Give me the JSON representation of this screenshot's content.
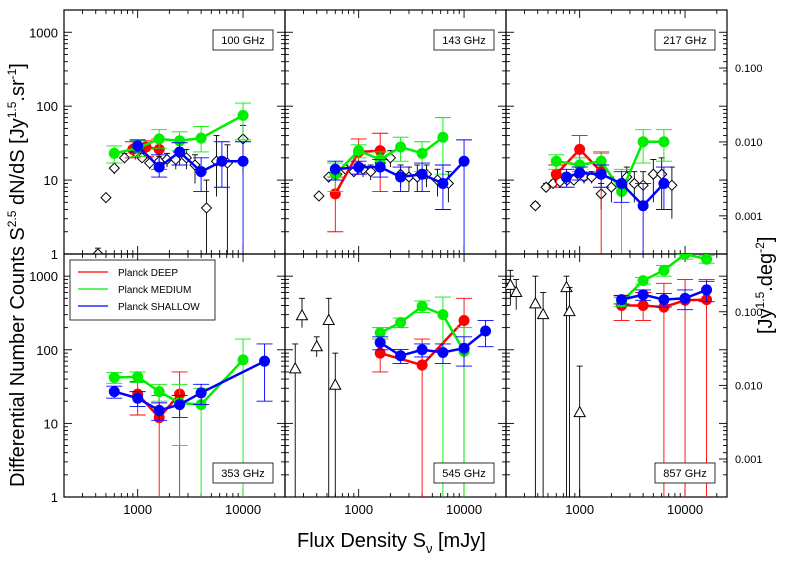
{
  "chart_data": {
    "type": "scatter",
    "xlabel": "Flux Density S",
    "xlabel_sub": "ν",
    "xlabel_unit": " [mJy]",
    "ylabel": "Differential Number Counts S",
    "ylabel_sup": "2.5",
    "ylabel_mid": " dN/dS [Jy",
    "ylabel_sup2": "1.5",
    "ylabel_end": ".sr",
    "ylabel_sup3": "-1",
    "ylabel_close": "]",
    "ylabel_right": "[Jy",
    "ylabel_right_sup": "1.5",
    "ylabel_right_mid": ".deg",
    "ylabel_right_sup2": "-2",
    "ylabel_right_close": "]",
    "xscale": "log",
    "yscale": "log",
    "xlim": [
      200,
      25000
    ],
    "ylim": [
      1,
      2000
    ],
    "x_ticks": [
      "1000",
      "10000"
    ],
    "y_ticks_left": [
      "1",
      "10",
      "100",
      "1000"
    ],
    "y_ticks_right": [
      "0.001",
      "0.010",
      "0.100"
    ],
    "legend": {
      "placement": "top-left of 353 GHz panel",
      "entries": [
        {
          "label": "Planck DEEP",
          "color": "#ff0000"
        },
        {
          "label": "Planck MEDIUM",
          "color": "#00ee00"
        },
        {
          "label": "Planck SHALLOW",
          "color": "#0000ff"
        }
      ]
    },
    "series_colors": {
      "deep": "#ff0000",
      "medium": "#00ee00",
      "shallow": "#0000ff",
      "other": "#000000"
    },
    "panels": [
      {
        "label": "100 GHz",
        "deep": [
          [
            900,
            26,
            20,
            33
          ],
          [
            1200,
            28,
            21,
            34
          ],
          [
            1600,
            26,
            14,
            36
          ]
        ],
        "medium": [
          [
            600,
            23,
            17,
            29
          ],
          [
            1000,
            27,
            21,
            34
          ],
          [
            1600,
            36,
            27,
            48
          ],
          [
            2500,
            34,
            25,
            45
          ],
          [
            4000,
            37,
            24,
            53
          ],
          [
            10000,
            75,
            35,
            110
          ]
        ],
        "shallow": [
          [
            1000,
            29,
            24,
            35
          ],
          [
            1600,
            15,
            11,
            22
          ],
          [
            2500,
            24,
            16,
            32
          ],
          [
            4000,
            13,
            7,
            20
          ],
          [
            6300,
            18,
            8,
            33
          ],
          [
            10000,
            18,
            1,
            33
          ]
        ],
        "other_marker": "diamond",
        "other": [
          [
            420,
            1.0,
            0.8,
            1.2
          ],
          [
            500,
            5.8,
            5.8,
            5.8
          ],
          [
            600,
            14.5,
            12,
            17
          ],
          [
            750,
            20,
            17,
            23
          ],
          [
            950,
            24,
            19,
            29
          ],
          [
            1100,
            20,
            17,
            23
          ],
          [
            1300,
            17,
            14,
            20
          ],
          [
            1600,
            18,
            15,
            21
          ],
          [
            1900,
            19,
            15,
            23
          ],
          [
            2300,
            19,
            14,
            24
          ],
          [
            2900,
            20,
            14,
            26
          ],
          [
            3500,
            16,
            9,
            22
          ],
          [
            4500,
            4.2,
            1,
            10
          ],
          [
            5600,
            18,
            6,
            40
          ],
          [
            7100,
            17,
            1,
            30
          ],
          [
            10000,
            36,
            12,
            55
          ]
        ]
      },
      {
        "label": "143 GHz",
        "deep": [
          [
            600,
            6.5,
            2,
            11
          ],
          [
            1000,
            24,
            12,
            36
          ],
          [
            1600,
            25,
            7,
            43
          ]
        ],
        "medium": [
          [
            600,
            12,
            7,
            17
          ],
          [
            1000,
            25,
            20,
            30
          ],
          [
            1600,
            19,
            14,
            24
          ],
          [
            2500,
            28,
            18,
            38
          ],
          [
            4000,
            23,
            13,
            33
          ],
          [
            6300,
            38,
            12,
            70
          ]
        ],
        "shallow": [
          [
            600,
            14,
            10,
            18
          ],
          [
            1000,
            15,
            12,
            18
          ],
          [
            1600,
            15,
            11,
            19
          ],
          [
            2500,
            11,
            7,
            15
          ],
          [
            4000,
            12,
            7,
            17
          ],
          [
            6300,
            9,
            4,
            16
          ],
          [
            10000,
            18,
            1,
            35
          ]
        ],
        "other_marker": "diamond",
        "other": [
          [
            420,
            6.1,
            6.1,
            6.1
          ],
          [
            520,
            11,
            10,
            12
          ],
          [
            620,
            12,
            10,
            14
          ],
          [
            750,
            14,
            12,
            16
          ],
          [
            900,
            13,
            11,
            15
          ],
          [
            1100,
            14,
            11,
            16
          ],
          [
            1300,
            13,
            10,
            16
          ],
          [
            1600,
            17,
            13,
            21
          ],
          [
            2000,
            20,
            15,
            25
          ],
          [
            2500,
            12,
            8,
            16
          ],
          [
            3000,
            11,
            7,
            15
          ],
          [
            3600,
            11,
            7,
            16
          ],
          [
            4400,
            12,
            8,
            16
          ],
          [
            5600,
            10,
            6,
            14
          ],
          [
            7100,
            9,
            5,
            13
          ]
        ]
      },
      {
        "label": "217 GHz",
        "deep": [
          [
            600,
            12,
            8,
            16
          ],
          [
            1000,
            26,
            15,
            40
          ],
          [
            1600,
            13,
            1,
            24
          ]
        ],
        "medium": [
          [
            600,
            18,
            14,
            22
          ],
          [
            1000,
            16,
            13,
            20
          ],
          [
            1600,
            18,
            13,
            23
          ],
          [
            2500,
            7,
            1,
            14
          ],
          [
            4000,
            33,
            17,
            48
          ],
          [
            6300,
            33,
            18,
            48
          ]
        ],
        "shallow": [
          [
            750,
            11,
            8,
            14
          ],
          [
            1000,
            12.5,
            10,
            15
          ],
          [
            1600,
            12,
            8,
            16
          ],
          [
            2500,
            9,
            5,
            13
          ],
          [
            4000,
            4.5,
            1,
            9
          ],
          [
            6300,
            9,
            4,
            15
          ]
        ],
        "other_marker": "diamond",
        "other": [
          [
            380,
            4.5,
            4,
            5
          ],
          [
            480,
            8,
            7,
            9
          ],
          [
            560,
            9,
            8,
            10
          ],
          [
            650,
            9.5,
            8,
            11
          ],
          [
            760,
            10,
            8.5,
            11.5
          ],
          [
            880,
            10,
            8.5,
            11.5
          ],
          [
            1100,
            11,
            9,
            13
          ],
          [
            1300,
            11,
            9,
            13
          ],
          [
            1600,
            6.5,
            4,
            9
          ],
          [
            2000,
            8,
            5,
            11
          ],
          [
            2800,
            11,
            7,
            15
          ],
          [
            3300,
            9,
            5,
            13
          ],
          [
            4000,
            8.5,
            4,
            13
          ],
          [
            5000,
            12,
            5,
            19
          ],
          [
            6000,
            12,
            4,
            20
          ],
          [
            7500,
            8.5,
            3,
            15
          ]
        ]
      },
      {
        "label": "353 GHz",
        "deep": [
          [
            1000,
            25,
            13,
            37
          ],
          [
            1600,
            12,
            1,
            24
          ],
          [
            2500,
            25,
            1,
            50
          ]
        ],
        "medium": [
          [
            600,
            42,
            35,
            49
          ],
          [
            1000,
            43,
            36,
            50
          ],
          [
            1600,
            27,
            20,
            34
          ],
          [
            2500,
            19,
            5,
            34
          ],
          [
            4000,
            18,
            1,
            30
          ],
          [
            10000,
            73,
            1,
            140
          ]
        ],
        "shallow": [
          [
            600,
            27,
            22,
            32
          ],
          [
            1000,
            22,
            17,
            27
          ],
          [
            1600,
            15,
            11,
            19
          ],
          [
            2500,
            18,
            12,
            24
          ],
          [
            4000,
            26,
            18,
            34
          ],
          [
            16000,
            70,
            20,
            120
          ]
        ]
      },
      {
        "label": "545 GHz",
        "deep": [
          [
            1600,
            90,
            50,
            140
          ],
          [
            4000,
            62,
            1,
            140
          ],
          [
            10000,
            250,
            1,
            500
          ]
        ],
        "medium": [
          [
            1600,
            170,
            140,
            200
          ],
          [
            2500,
            235,
            200,
            270
          ],
          [
            4000,
            390,
            320,
            460
          ],
          [
            6300,
            300,
            1,
            520
          ],
          [
            10000,
            95,
            1,
            200
          ]
        ],
        "shallow": [
          [
            1600,
            125,
            100,
            150
          ],
          [
            2500,
            83,
            65,
            101
          ],
          [
            4000,
            100,
            80,
            120
          ],
          [
            6300,
            92,
            65,
            120
          ],
          [
            10000,
            105,
            60,
            150
          ],
          [
            16000,
            180,
            110,
            250
          ]
        ],
        "other_marker": "triangle",
        "other": [
          [
            290,
            290,
            200,
            500
          ],
          [
            250,
            55,
            1,
            120
          ],
          [
            400,
            110,
            80,
            150
          ],
          [
            520,
            250,
            1,
            500
          ],
          [
            600,
            33,
            1,
            90
          ]
        ]
      },
      {
        "label": "857 GHz",
        "deep": [
          [
            2500,
            400,
            250,
            550
          ],
          [
            4000,
            400,
            250,
            600
          ],
          [
            6300,
            380,
            1,
            800
          ],
          [
            10000,
            470,
            1,
            900
          ],
          [
            16000,
            480,
            1,
            900
          ]
        ],
        "medium": [
          [
            2500,
            450,
            390,
            510
          ],
          [
            4000,
            870,
            780,
            960
          ],
          [
            6300,
            1200,
            1000,
            1400
          ],
          [
            10000,
            2000,
            1700,
            2300
          ],
          [
            16000,
            1700,
            1500,
            1900
          ]
        ],
        "shallow": [
          [
            2500,
            480,
            420,
            540
          ],
          [
            4000,
            560,
            470,
            650
          ],
          [
            6300,
            480,
            380,
            580
          ],
          [
            10000,
            500,
            350,
            650
          ],
          [
            16000,
            650,
            450,
            850
          ]
        ],
        "other_marker": "triangle",
        "other": [
          [
            220,
            750,
            400,
            1200
          ],
          [
            250,
            600,
            350,
            900
          ],
          [
            380,
            420,
            1,
            1000
          ],
          [
            450,
            300,
            1,
            600
          ],
          [
            750,
            700,
            1,
            1000
          ],
          [
            800,
            330,
            1,
            700
          ],
          [
            1000,
            14,
            1,
            60
          ]
        ]
      }
    ]
  }
}
